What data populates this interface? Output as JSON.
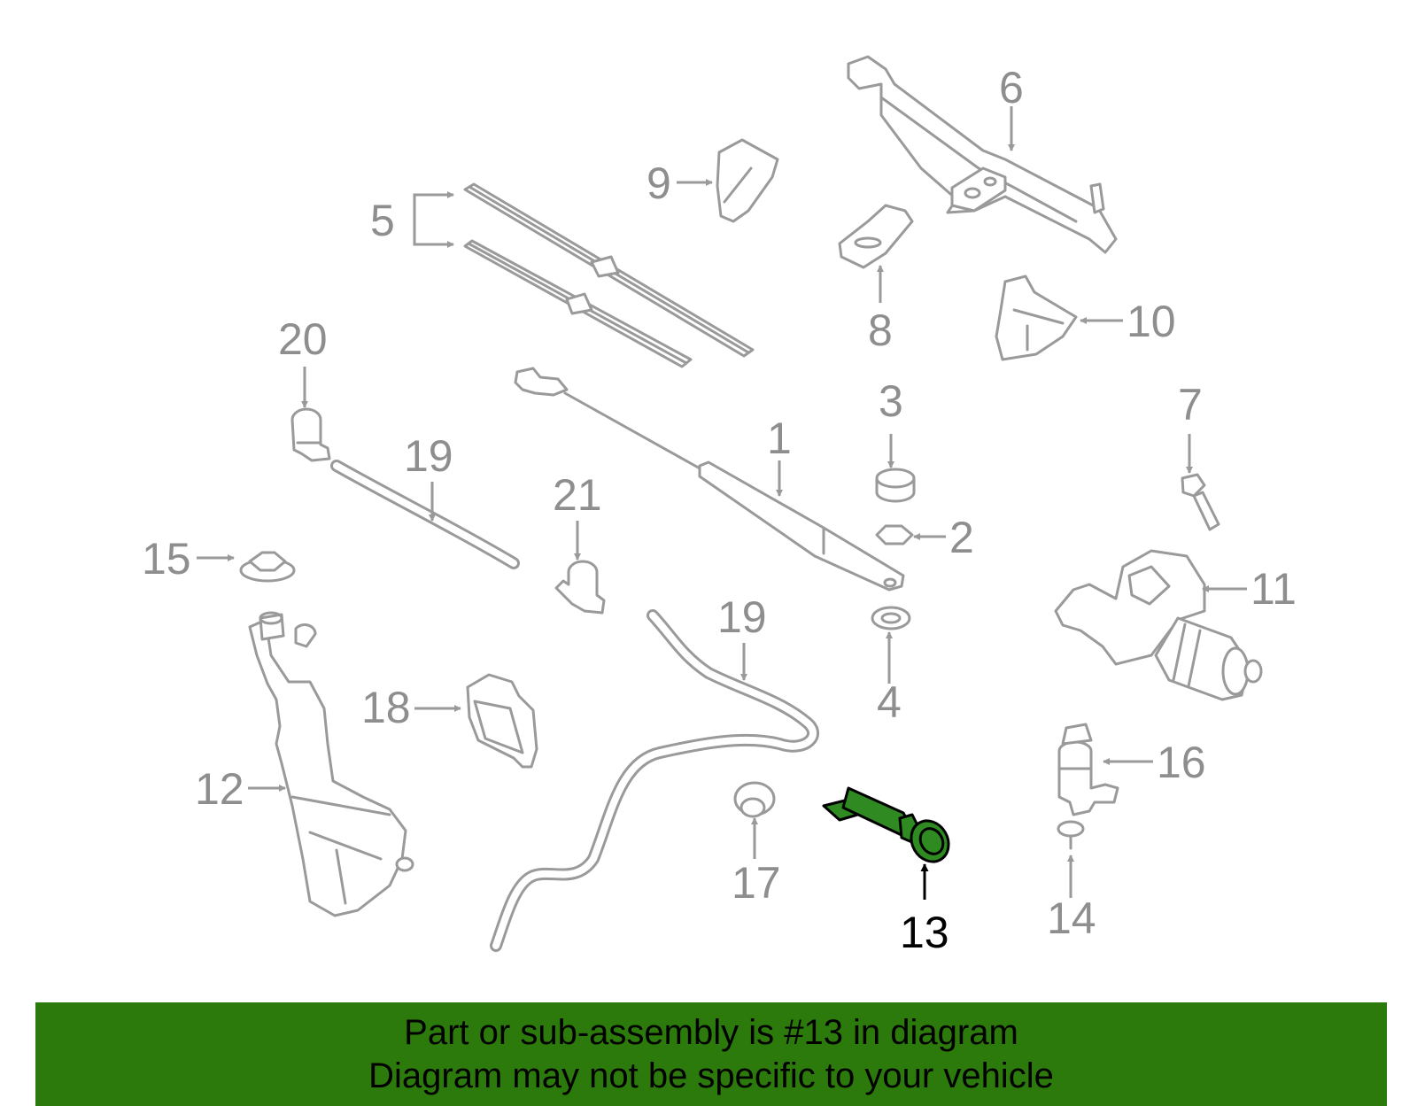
{
  "diagram": {
    "highlight_color": "#2f8a22",
    "part_color": "#9a9a9a",
    "callouts": {
      "c1": "1",
      "c2": "2",
      "c3": "3",
      "c4": "4",
      "c5": "5",
      "c6": "6",
      "c7": "7",
      "c8": "8",
      "c9": "9",
      "c10": "10",
      "c11": "11",
      "c12": "12",
      "c13": "13",
      "c14": "14",
      "c15": "15",
      "c16": "16",
      "c17": "17",
      "c18": "18",
      "c19a": "19",
      "c19b": "19",
      "c20": "20",
      "c21": "21"
    }
  },
  "banner": {
    "color": "#2b7a0b",
    "line1": "Part or sub-assembly is #13 in diagram",
    "line2": "Diagram may not be specific to your vehicle"
  }
}
